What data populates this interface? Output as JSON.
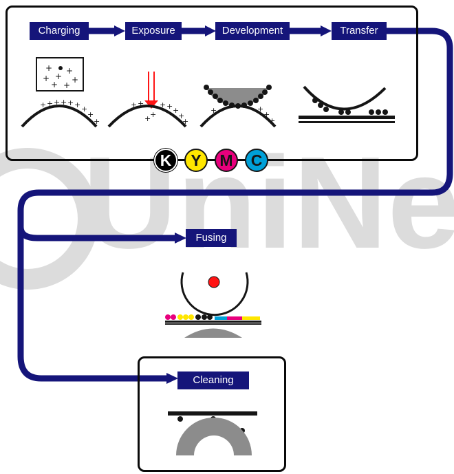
{
  "steps": {
    "charging": "Charging",
    "exposure": "Exposure",
    "development": "Development",
    "transfer": "Transfer",
    "fusing": "Fusing",
    "cleaning": "Cleaning"
  },
  "toners": {
    "k": "K",
    "y": "Y",
    "m": "M",
    "c": "C"
  },
  "watermark": "UniNet",
  "colors": {
    "flow": "#15157a",
    "label_bg": "#15157a",
    "label_text": "#ffffff",
    "drum": "#000000",
    "roller_gray": "#8c8c8c",
    "heater_red": "#ff1414",
    "toner_black": "#000000",
    "toner_yellow": "#ffe600",
    "toner_magenta": "#e8007d",
    "toner_cyan": "#00a0d8",
    "watermark": "#dcdcdc"
  }
}
